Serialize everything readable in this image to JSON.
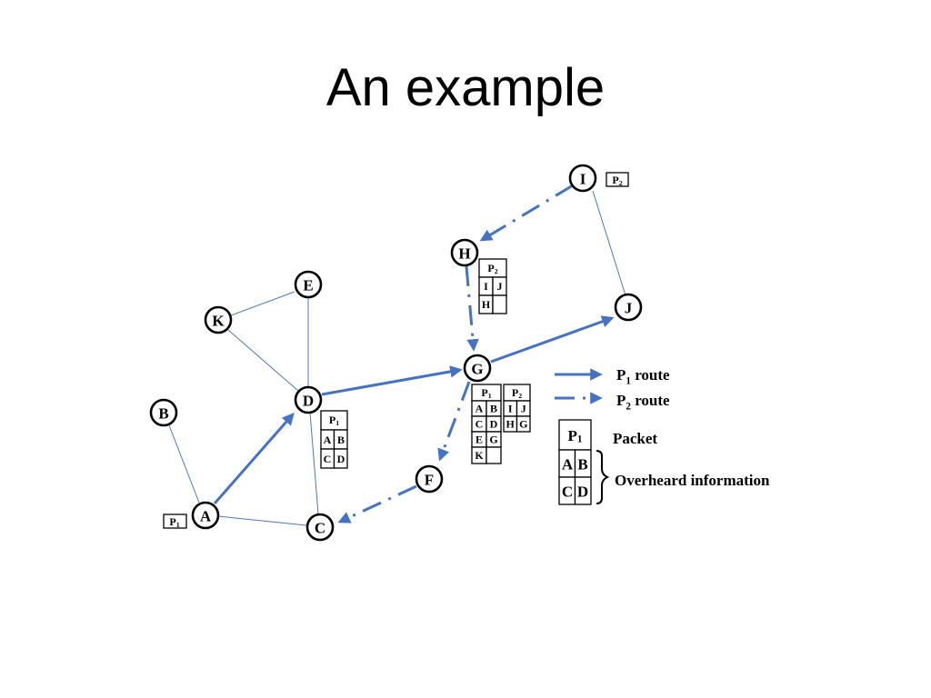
{
  "title": "An example",
  "nodes": {
    "I": "I",
    "H": "H",
    "E": "E",
    "J": "J",
    "K": "K",
    "G": "G",
    "B": "B",
    "D": "D",
    "F": "F",
    "A": "A",
    "C": "C"
  },
  "tables": {
    "p2_at_i": "P2",
    "p1_at_a": "P1",
    "h": {
      "header": "P2",
      "cells": [
        "I",
        "J",
        "H",
        ""
      ]
    },
    "d": {
      "header": "P1",
      "cells": [
        "A",
        "B",
        "C",
        "D"
      ]
    },
    "g1": {
      "header": "P1",
      "cells": [
        "A",
        "B",
        "C",
        "D",
        "E",
        "G",
        "K",
        ""
      ]
    },
    "g2": {
      "header": "P2",
      "cells": [
        "I",
        "J",
        "H",
        "G"
      ]
    }
  },
  "legend": {
    "p1_route": "P1 route",
    "p2_route": "P2 route",
    "packet": "Packet",
    "overheard": "Overheard information",
    "sample_header": "P1",
    "sample_cells": [
      "A",
      "B",
      "C",
      "D"
    ]
  },
  "colors": {
    "route": "#4472c4",
    "edge": "#4a78c0"
  }
}
